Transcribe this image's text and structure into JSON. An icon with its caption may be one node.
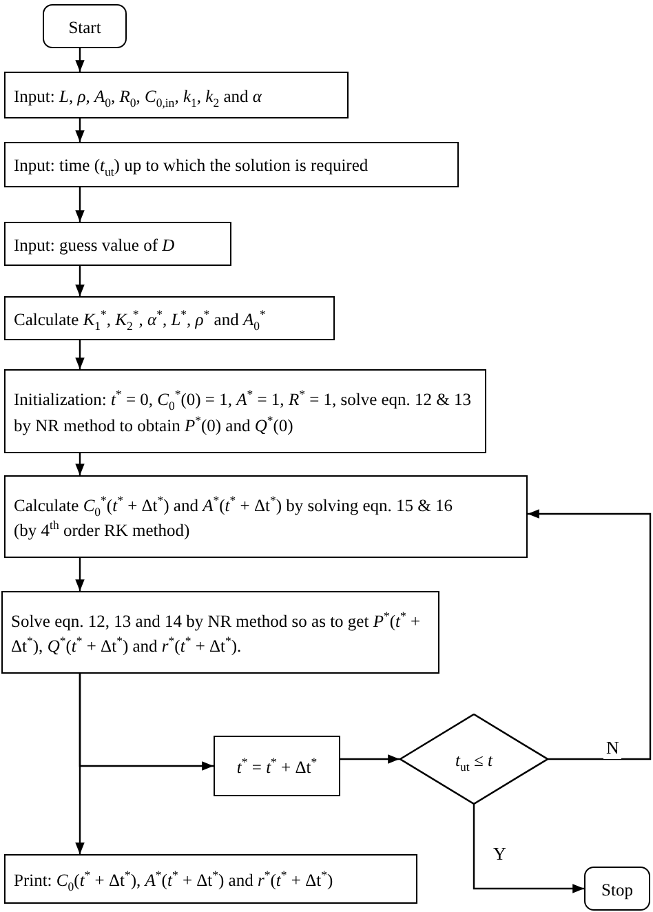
{
  "diagram": {
    "nodes": [
      {
        "text": [
          "Start"
        ]
      },
      {
        "text": [
          "Input: *L*, *ρ*, *A*$_{0}$, *R*$_{0}$, *C*$_{0,in}$, *k*$_{1}$, *k*$_{2}$ and *α*"
        ]
      },
      {
        "text": [
          "Input: time (*t*$_{ut}$) up to which the solution is required"
        ]
      },
      {
        "text": [
          "Input: guess value of *D*"
        ]
      },
      {
        "text": [
          "Calculate *K*$_{1}$$^{*}$, *K*$_{2}$$^{*}$, *α*$^{*}$, *L*$^{*}$, *ρ*$^{*}$ and *A*$_{0}$$^{*}$"
        ]
      },
      {
        "text": [
          "Initialization: *t*$^{*}$ = 0, *C*$_{0}$$^{*}$(0) = 1, *A*$^{*}$ = 1, *R*$^{*}$ = 1, solve eqn. 12 & 13 by NR method to obtain *P*$^{*}$(0) and *Q*$^{*}$(0)"
        ]
      },
      {
        "text": [
          "Calculate *C*$_{0}$$^{*}$(*t*$^{*}$ + Δt$^{*}$) and *A*$^{*}$(*t*$^{*}$ + Δt$^{*}$) by solving eqn. 15 & 16 (by 4$^{th}$ order RK method)"
        ]
      },
      {
        "text": [
          "Solve eqn. 12, 13 and 14 by NR method so as to get *P*$^{*}$(*t*$^{*}$ + Δt$^{*}$), *Q*$^{*}$(*t*$^{*}$ + Δt$^{*}$) and *r*$^{*}$(*t*$^{*}$ + Δt$^{*}$)."
        ]
      },
      {
        "text": [
          "*t*$^{*}$ = *t*$^{*}$ + Δt$^{*}$"
        ]
      },
      {
        "text": [
          "*t*$_{ut}$ ≤ *t*"
        ]
      },
      {
        "text": [
          "Print: *C*$_{0}$(*t*$^{*}$ + Δt$^{*}$), *A*$^{*}$(*t*$^{*}$ + Δt$^{*}$) and *r*$^{*}$(*t*$^{*}$ + Δt$^{*}$)"
        ]
      },
      {
        "text": [
          "Stop"
        ]
      }
    ],
    "edges": [
      {
        "from": 0,
        "to": 1,
        "arrow": "to"
      },
      {
        "from": 1,
        "to": 2,
        "arrow": "to"
      },
      {
        "from": 2,
        "to": 3,
        "arrow": "to"
      },
      {
        "from": 3,
        "to": 4,
        "arrow": "to"
      },
      {
        "from": 4,
        "to": 5,
        "arrow": "to"
      },
      {
        "from": 5,
        "to": 6,
        "arrow": "to"
      },
      {
        "from": 6,
        "to": 7,
        "arrow": "to"
      },
      {
        "from": 7,
        "to": 8,
        "arrow": "to"
      },
      {
        "from": 7,
        "to": 10,
        "arrow": "to"
      },
      {
        "from": 8,
        "to": 9,
        "arrow": "to"
      },
      {
        "from": 9,
        "to": 6,
        "label": "N",
        "arrow": "to"
      },
      {
        "from": 9,
        "to": 11,
        "label": "Y",
        "arrow": "to"
      }
    ]
  }
}
